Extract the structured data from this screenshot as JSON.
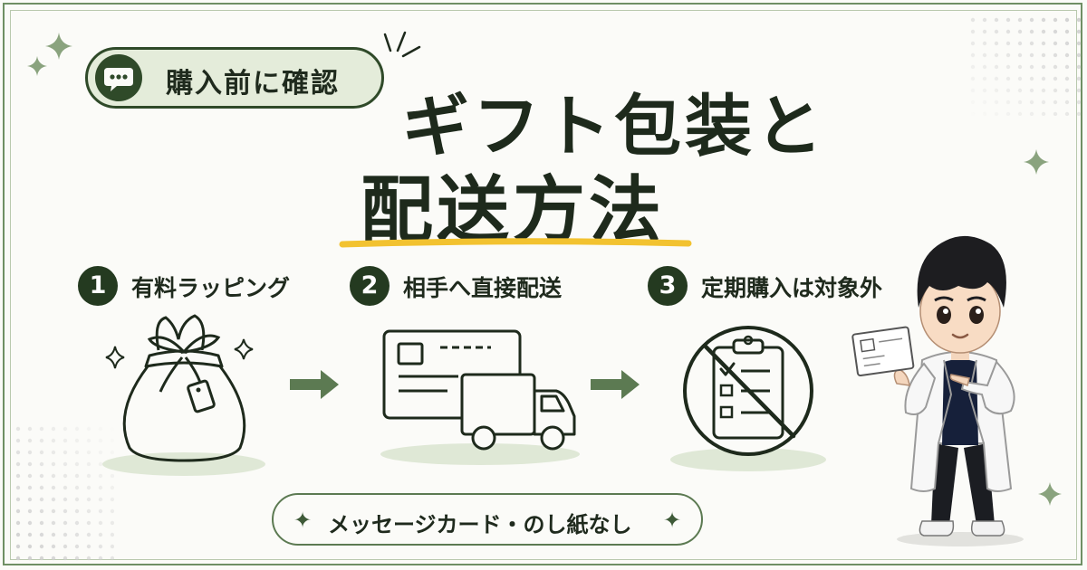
{
  "badge": {
    "label": "購入前に確認",
    "icon": "chat-bubble-icon"
  },
  "title": {
    "line1": "ギフト包装と",
    "line2": "配送方法"
  },
  "steps": [
    {
      "number": "1",
      "label": "有料ラッピング",
      "icon": "gift-bag-icon"
    },
    {
      "number": "2",
      "label": "相手へ直接配送",
      "icon": "delivery-truck-icon"
    },
    {
      "number": "3",
      "label": "定期購入は対象外",
      "icon": "no-subscription-icon"
    }
  ],
  "note": {
    "label": "メッセージカード・のし紙なし"
  },
  "colors": {
    "dark_green": "#243a20",
    "mid_green": "#5c7a52",
    "light_green": "#e4ecda",
    "accent_yellow": "#f2c230",
    "background": "#fbfbf8"
  }
}
